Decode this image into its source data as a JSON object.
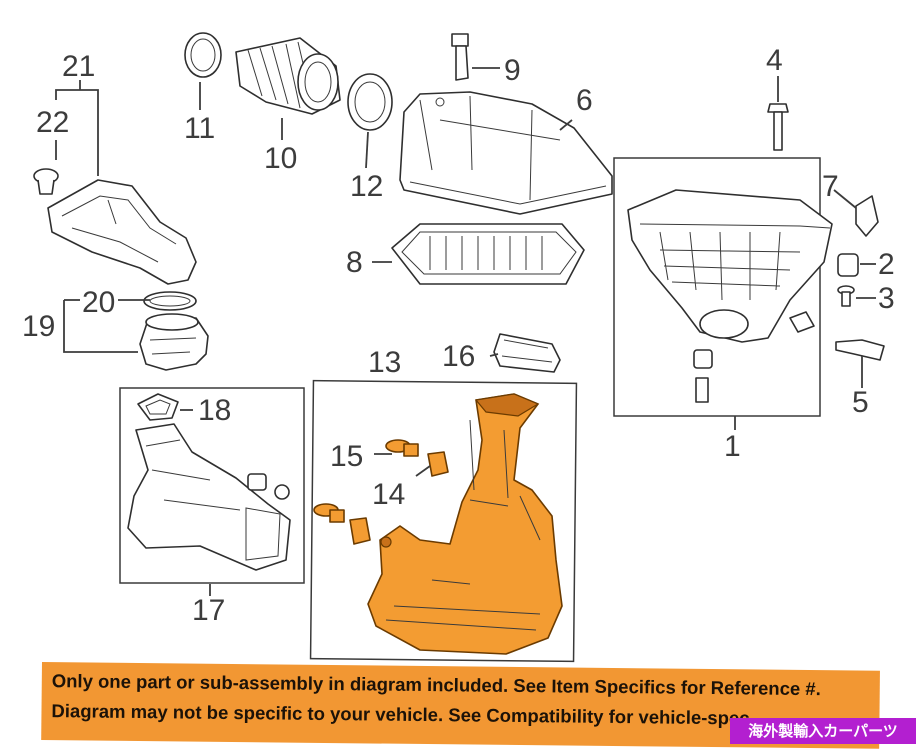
{
  "callouts": {
    "c1": "1",
    "c2": "2",
    "c3": "3",
    "c4": "4",
    "c5": "5",
    "c6": "6",
    "c7": "7",
    "c8": "8",
    "c9": "9",
    "c10": "10",
    "c11": "11",
    "c12": "12",
    "c13": "13",
    "c14": "14",
    "c15": "15",
    "c16": "16",
    "c17": "17",
    "c18": "18",
    "c19": "19",
    "c20": "20",
    "c21": "21",
    "c22": "22"
  },
  "disclaimer": {
    "line1": "Only one part or sub-assembly in diagram included. See Item Specifics for Reference #.",
    "line2": "Diagram may not be specific to your vehicle. See Compatibility for vehicle-spec"
  },
  "badge": {
    "text": "海外製輸入カーパーツ"
  },
  "colors": {
    "highlight": "#f39c32",
    "banner": "#f29733",
    "badge": "#b31fd0"
  }
}
